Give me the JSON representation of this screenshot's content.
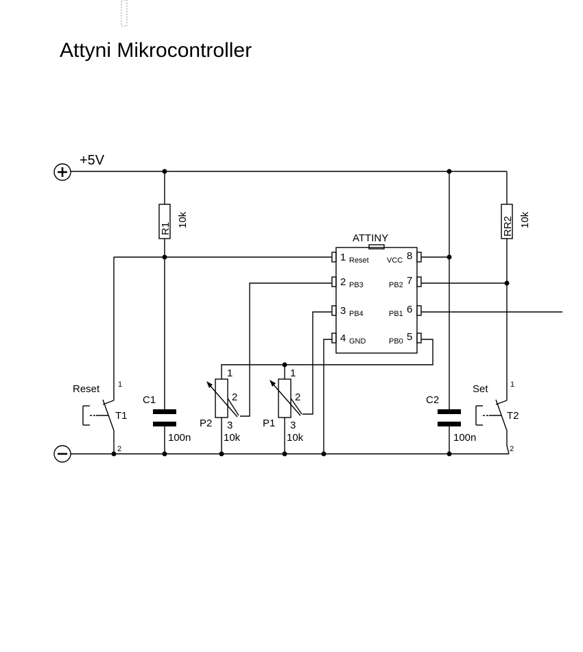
{
  "title": "Attyni Mikrocontroller",
  "supply": {
    "plus_label": "+5V"
  },
  "chip": {
    "name": "ATTINY",
    "pins": [
      {
        "num": "1",
        "name": "Reset"
      },
      {
        "num": "2",
        "name": "PB3"
      },
      {
        "num": "3",
        "name": "PB4"
      },
      {
        "num": "4",
        "name": "GND"
      },
      {
        "num": "5",
        "name": "PB0"
      },
      {
        "num": "6",
        "name": "PB1"
      },
      {
        "num": "7",
        "name": "PB2"
      },
      {
        "num": "8",
        "name": "VCC"
      }
    ]
  },
  "components": {
    "r1": {
      "ref": "R1",
      "value": "10k"
    },
    "rr2": {
      "ref": "RR2",
      "value": "10k"
    },
    "c1": {
      "ref": "C1",
      "value": "100n"
    },
    "c2": {
      "ref": "C2",
      "value": "100n"
    },
    "p1": {
      "ref": "P1",
      "value": "10k",
      "pin1": "1",
      "pin2": "2",
      "pin3": "3"
    },
    "p2": {
      "ref": "P2",
      "value": "10k",
      "pin1": "1",
      "pin2": "2",
      "pin3": "3"
    },
    "t1": {
      "ref": "T1",
      "label": "Reset",
      "pin1": "1",
      "pin2": "2"
    },
    "t2": {
      "ref": "T2",
      "label": "Set",
      "pin1": "1",
      "pin2": "2"
    }
  }
}
